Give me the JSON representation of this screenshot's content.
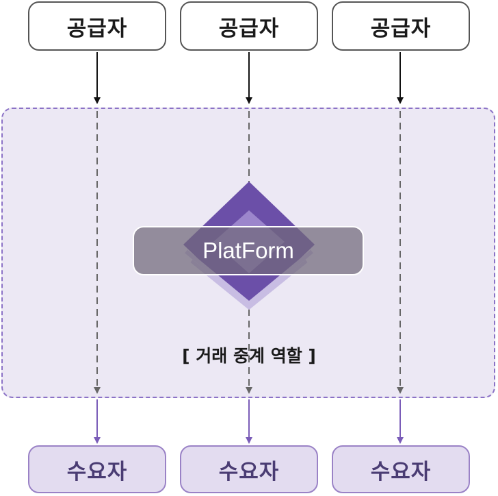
{
  "suppliers": [
    "공급자",
    "공급자",
    "공급자"
  ],
  "consumers": [
    "수요자",
    "수요자",
    "수요자"
  ],
  "platform": {
    "label": "PlatForm",
    "role": "[ 거래 중계 역할 ]"
  },
  "colors": {
    "platform_bg": "#ece8f4",
    "platform_border": "#8b72c6",
    "logo_purple": "#6b4fa8",
    "consumer_bg": "#e3dcf0"
  }
}
